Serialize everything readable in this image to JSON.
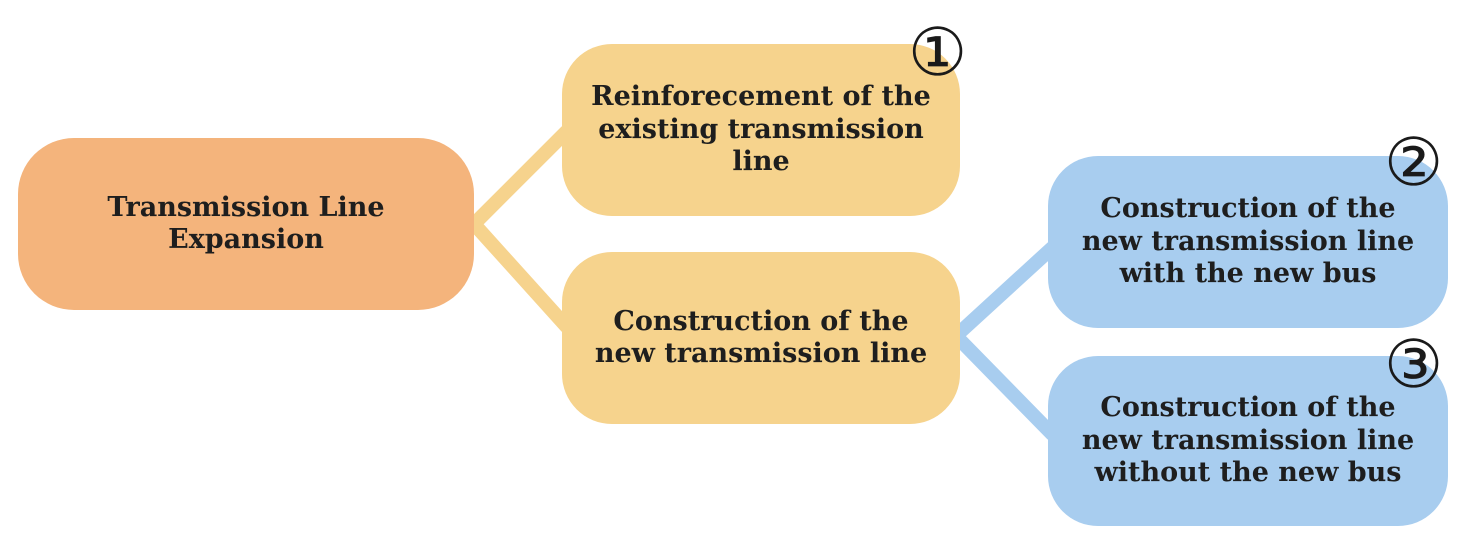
{
  "diagram": {
    "root": {
      "label": "Transmission Line Expansion"
    },
    "branches": [
      {
        "label": "Reinforecement of the\nexisting transmission line",
        "badge": "①"
      },
      {
        "label": "Construction of the\nnew transmission line"
      }
    ],
    "leaves": [
      {
        "label": "Construction of the\nnew transmission line\nwith the new bus",
        "badge": "②"
      },
      {
        "label": "Construction of the\nnew transmission line\nwithout the new bus",
        "badge": "③"
      }
    ],
    "colors": {
      "root_fill": "#f4b47c",
      "branch_fill": "#f6d38d",
      "leaf_fill": "#a8cdef",
      "branch_connector": "#f6d38d",
      "leaf_connector": "#a8cdef"
    }
  }
}
